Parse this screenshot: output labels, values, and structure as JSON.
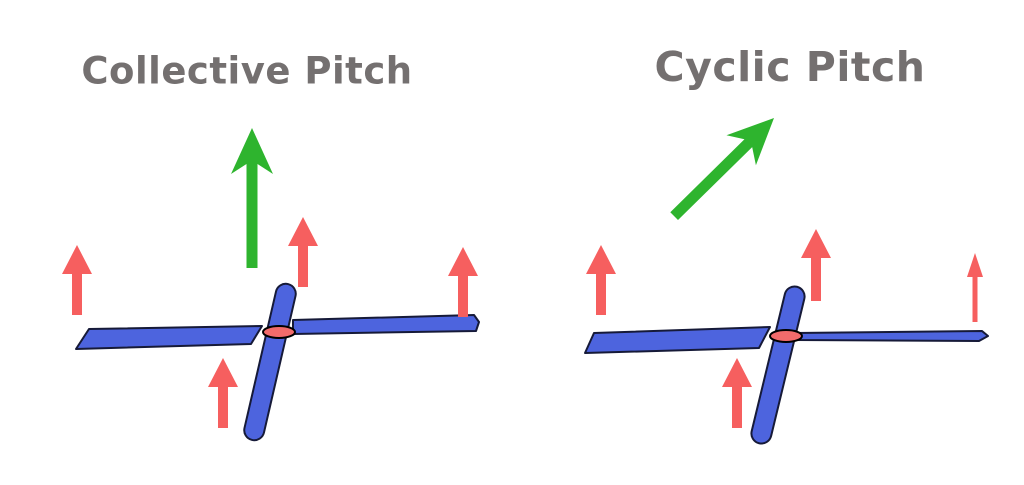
{
  "figure": {
    "type": "helicopter-rotor-pitch-comparison",
    "background": "#ffffff"
  },
  "panels": [
    {
      "id": "collective",
      "title": "Collective Pitch",
      "control_arrow": {
        "color_name": "green",
        "direction": "up",
        "meaning": "collective control input / total lift"
      },
      "lift_arrows": [
        {
          "position": "left-blade-tip",
          "magnitude": "normal"
        },
        {
          "position": "aft-blade-near-hub",
          "magnitude": "normal"
        },
        {
          "position": "right-blade-tip",
          "magnitude": "normal"
        },
        {
          "position": "forward-blade-near-hub",
          "magnitude": "normal"
        }
      ],
      "rotor": {
        "blade_color_name": "blue",
        "hub_color_name": "red",
        "blades": [
          "left-horizontal",
          "right-horizontal",
          "tilted-vertical"
        ]
      }
    },
    {
      "id": "cyclic",
      "title": "Cyclic Pitch",
      "control_arrow": {
        "color_name": "green",
        "direction": "up-right",
        "meaning": "cyclic control input / tilted lift"
      },
      "lift_arrows": [
        {
          "position": "left-blade-tip",
          "magnitude": "normal"
        },
        {
          "position": "aft-blade-near-hub",
          "magnitude": "normal"
        },
        {
          "position": "right-blade-tip",
          "magnitude": "reduced"
        },
        {
          "position": "forward-blade-near-hub",
          "magnitude": "normal"
        }
      ],
      "rotor": {
        "blade_color_name": "blue",
        "hub_color_name": "red",
        "blades": [
          "left-horizontal-pitched",
          "right-horizontal-flat",
          "tilted-vertical"
        ]
      }
    }
  ],
  "colors": {
    "title_text": "#747070",
    "blade_fill": "#4d64de",
    "blade_stroke": "#161a38",
    "hub_fill": "#f26b6b",
    "hub_stroke": "#000000",
    "lift_arrow_red": "#f65f5f",
    "control_arrow_green": "#2eb42e",
    "page_bg": "#ffffff"
  }
}
